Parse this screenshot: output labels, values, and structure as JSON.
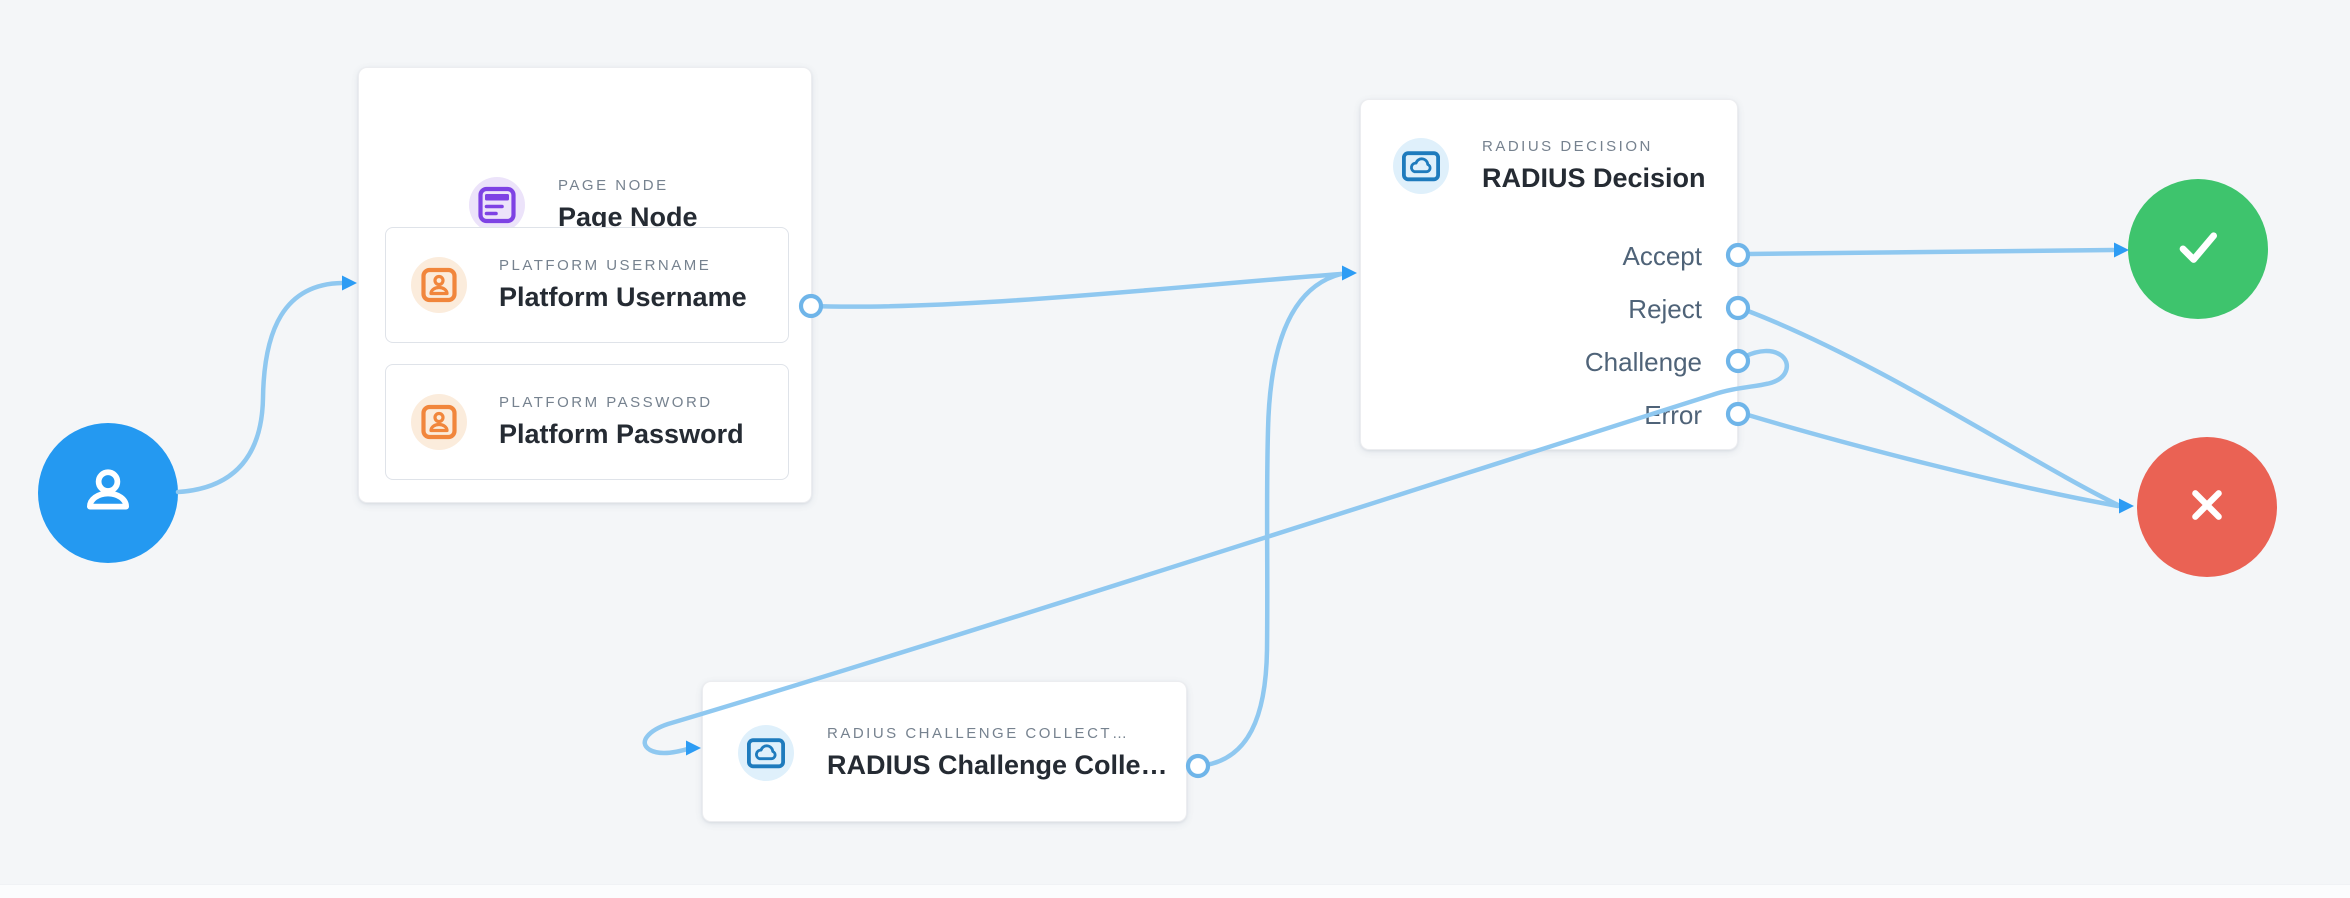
{
  "colors": {
    "background": "#f4f6f8",
    "edge": "#8fc8f0",
    "arrowhead": "#2d9cf4",
    "port_stroke": "#6fb5e9",
    "start_node": "#2499f1",
    "success_node": "#3ec46d",
    "failure_node": "#ea6254",
    "page_icon": "#7e42e4",
    "page_icon_bg": "#ece3fa",
    "contact_icon": "#f1863c",
    "contact_icon_bg": "#fbecdc",
    "cloud_icon": "#1e7bbd",
    "cloud_icon_bg": "#dff0fb",
    "label_text": "#76828f",
    "title_text": "#252b33",
    "output_text": "#4f6378"
  },
  "nodes": {
    "page_node": {
      "label": "PAGE NODE",
      "title": "Page Node",
      "fields": [
        {
          "label": "PLATFORM USERNAME",
          "title": "Platform Username"
        },
        {
          "label": "PLATFORM PASSWORD",
          "title": "Platform Password"
        }
      ]
    },
    "radius_decision": {
      "label": "RADIUS DECISION",
      "title": "RADIUS Decision",
      "outputs": [
        {
          "label": "Accept"
        },
        {
          "label": "Reject"
        },
        {
          "label": "Challenge"
        },
        {
          "label": "Error"
        }
      ]
    },
    "radius_challenge_collect": {
      "label": "RADIUS CHALLENGE COLLECT…",
      "title": "RADIUS Challenge Colle…"
    }
  }
}
